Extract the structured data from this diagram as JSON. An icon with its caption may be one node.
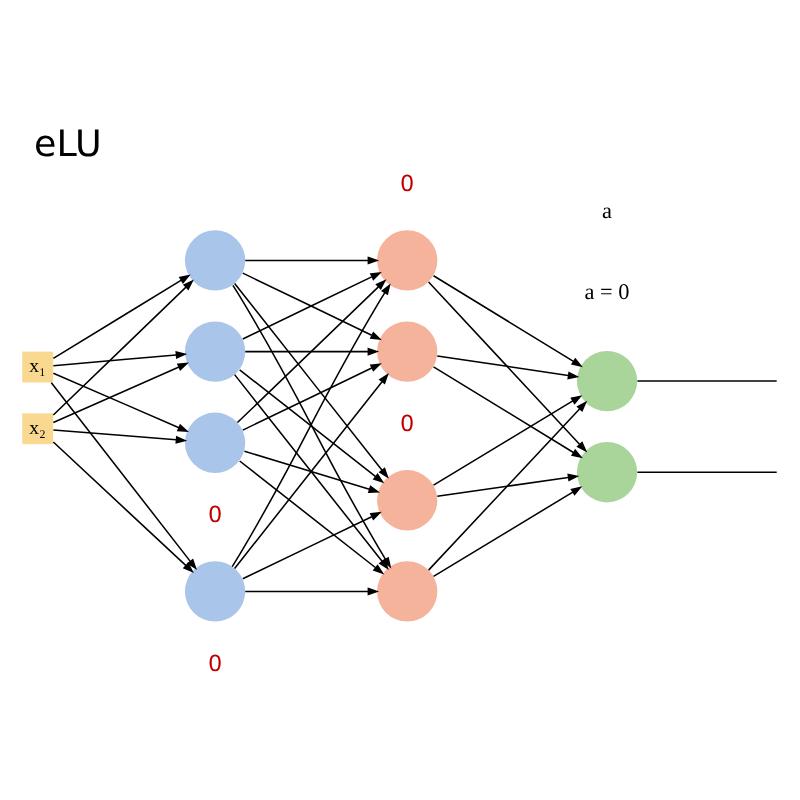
{
  "diagram": {
    "title": "eLU",
    "nodes": [
      {
        "text": [
          "x₁"
        ]
      },
      {
        "text": [
          "x₂"
        ]
      },
      {
        "text": [],
        "shape": "circle"
      },
      {
        "text": [],
        "shape": "circle"
      },
      {
        "text": [],
        "shape": "circle",
        "beside": [
          "0"
        ]
      },
      {
        "text": [],
        "shape": "circle",
        "beside": [
          "0"
        ]
      },
      {
        "text": [],
        "shape": "circle",
        "beside": [
          "0"
        ]
      },
      {
        "text": [],
        "shape": "circle"
      },
      {
        "text": [],
        "shape": "circle",
        "beside": [
          "0"
        ]
      },
      {
        "text": [],
        "shape": "circle"
      },
      {
        "text": [],
        "shape": "circle"
      },
      {
        "text": [],
        "shape": "circle"
      }
    ],
    "edges": [
      {
        "from": 0,
        "to": 2,
        "arrow": "to"
      },
      {
        "from": 0,
        "to": 3,
        "arrow": "to"
      },
      {
        "from": 0,
        "to": 4,
        "arrow": "to"
      },
      {
        "from": 0,
        "to": 5,
        "arrow": "to"
      },
      {
        "from": 1,
        "to": 2,
        "arrow": "to"
      },
      {
        "from": 1,
        "to": 3,
        "arrow": "to"
      },
      {
        "from": 1,
        "to": 4,
        "arrow": "to"
      },
      {
        "from": 1,
        "to": 5,
        "arrow": "to"
      },
      {
        "from": 2,
        "to": 6,
        "arrow": "to"
      },
      {
        "from": 2,
        "to": 7,
        "arrow": "to"
      },
      {
        "from": 2,
        "to": 8,
        "arrow": "to"
      },
      {
        "from": 2,
        "to": 9,
        "arrow": "to"
      },
      {
        "from": 3,
        "to": 6,
        "arrow": "to"
      },
      {
        "from": 3,
        "to": 7,
        "arrow": "to"
      },
      {
        "from": 3,
        "to": 8,
        "arrow": "to"
      },
      {
        "from": 3,
        "to": 9,
        "arrow": "to"
      },
      {
        "from": 4,
        "to": 6,
        "arrow": "to"
      },
      {
        "from": 4,
        "to": 7,
        "arrow": "to"
      },
      {
        "from": 4,
        "to": 8,
        "arrow": "to"
      },
      {
        "from": 4,
        "to": 9,
        "arrow": "to"
      },
      {
        "from": 5,
        "to": 6,
        "arrow": "to"
      },
      {
        "from": 5,
        "to": 7,
        "arrow": "to"
      },
      {
        "from": 5,
        "to": 8,
        "arrow": "to"
      },
      {
        "from": 5,
        "to": 9,
        "arrow": "to"
      },
      {
        "from": 6,
        "to": 10,
        "arrow": "to"
      },
      {
        "from": 6,
        "to": 11,
        "arrow": "to"
      },
      {
        "from": 7,
        "to": 10,
        "arrow": "to"
      },
      {
        "from": 7,
        "to": 11,
        "arrow": "to"
      },
      {
        "from": 8,
        "to": 10,
        "arrow": "to"
      },
      {
        "from": 8,
        "to": 11,
        "arrow": "to"
      },
      {
        "from": 9,
        "to": 10,
        "arrow": "to"
      },
      {
        "from": 9,
        "to": 11,
        "arrow": "to"
      },
      {
        "from": 10,
        "to": null,
        "arrow": "none"
      },
      {
        "from": 11,
        "to": null,
        "arrow": "none"
      }
    ],
    "labels": [
      "a",
      "a = 0"
    ]
  }
}
